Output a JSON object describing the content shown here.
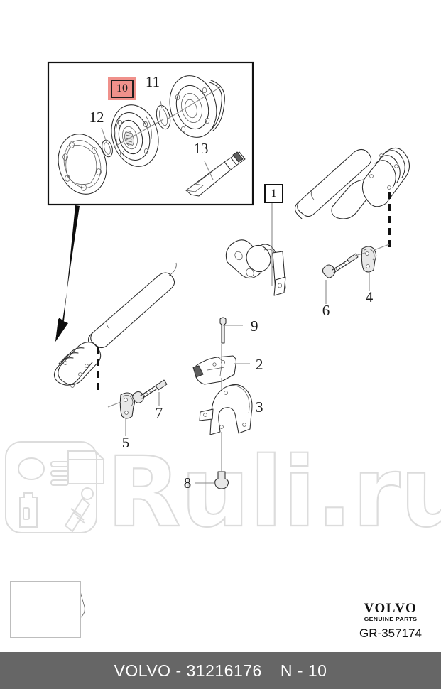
{
  "document": {
    "type": "parts-diagram",
    "title": "VOLVO - 31216176",
    "section_code": "N - 10",
    "drawing_ref": "GR-357174",
    "brand": "VOLVO",
    "brand_sub": "GENUINE PARTS"
  },
  "footer": {
    "part_label": "VOLVO - 31216176",
    "section_label": "N - 10"
  },
  "inset": {
    "highlight_badge": "10",
    "callouts": [
      {
        "number": "10",
        "name": "centre-bearing-assembly",
        "highlighted": true
      },
      {
        "number": "11",
        "name": "seal-ring"
      },
      {
        "number": "12",
        "name": "circlip"
      },
      {
        "number": "13",
        "name": "grease-tube"
      }
    ]
  },
  "main": {
    "assembly_badge": "1",
    "callouts": [
      {
        "number": "1",
        "name": "propeller-shaft-assembly"
      },
      {
        "number": "2",
        "name": "support-bracket-upper"
      },
      {
        "number": "3",
        "name": "support-bracket-lower"
      },
      {
        "number": "4",
        "name": "clamp-plate-rear"
      },
      {
        "number": "5",
        "name": "clamp-plate-front"
      },
      {
        "number": "6",
        "name": "flange-bolt-rear"
      },
      {
        "number": "7",
        "name": "flange-bolt-front"
      },
      {
        "number": "8",
        "name": "mounting-bolt-lower"
      },
      {
        "number": "9",
        "name": "mounting-bolt-upper"
      }
    ]
  },
  "watermark": {
    "text": "Ruli.ru"
  },
  "colors": {
    "highlight": "#f0918b",
    "footer_bar": "#666666",
    "outline": "#1a1a1a",
    "leader": "#8a8a8a",
    "watermark": "#dcdcdc"
  },
  "labels": {
    "n10": "10",
    "n11": "11",
    "n12": "12",
    "n13": "13",
    "n1": "1",
    "n2": "2",
    "n3": "3",
    "n4": "4",
    "n5": "5",
    "n6": "6",
    "n7": "7",
    "n8": "8",
    "n9": "9"
  }
}
